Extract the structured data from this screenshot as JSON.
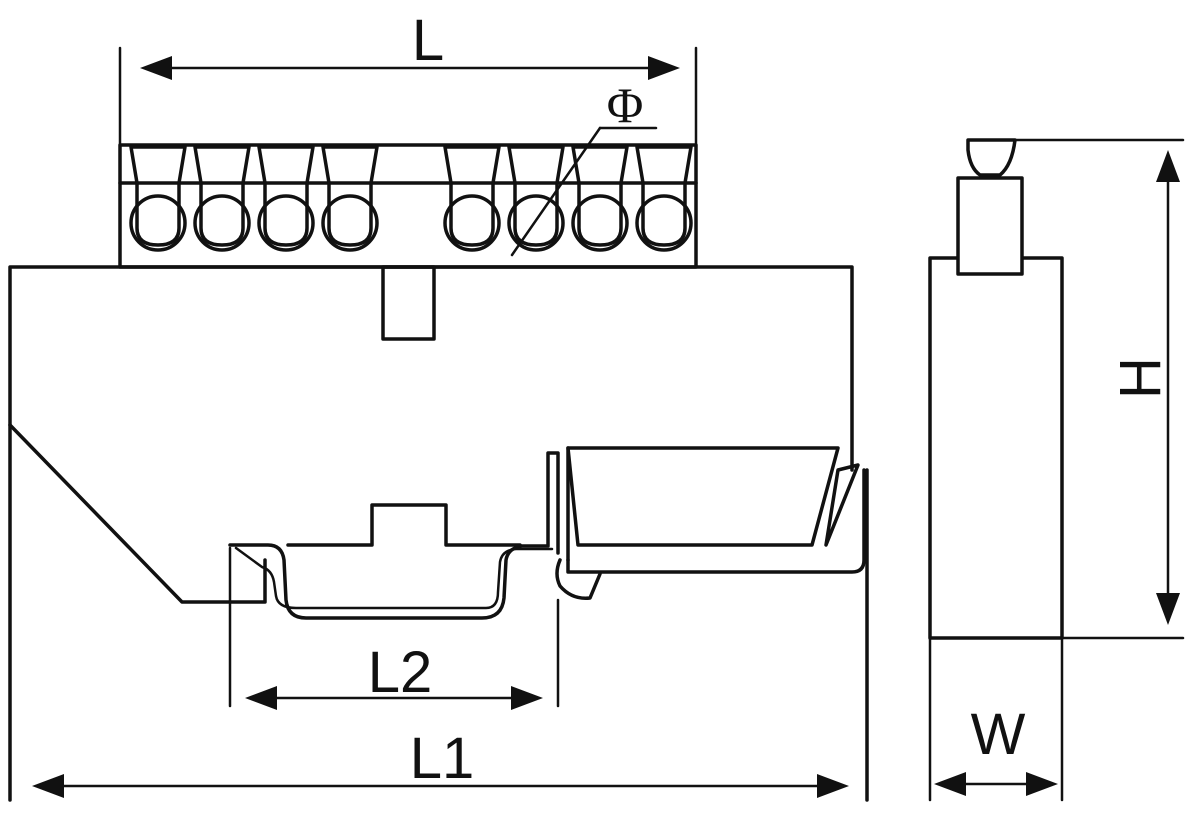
{
  "labels": {
    "L": "L",
    "phi": "Φ",
    "H": "H",
    "L2": "L2",
    "L1": "L1",
    "W": "W"
  }
}
